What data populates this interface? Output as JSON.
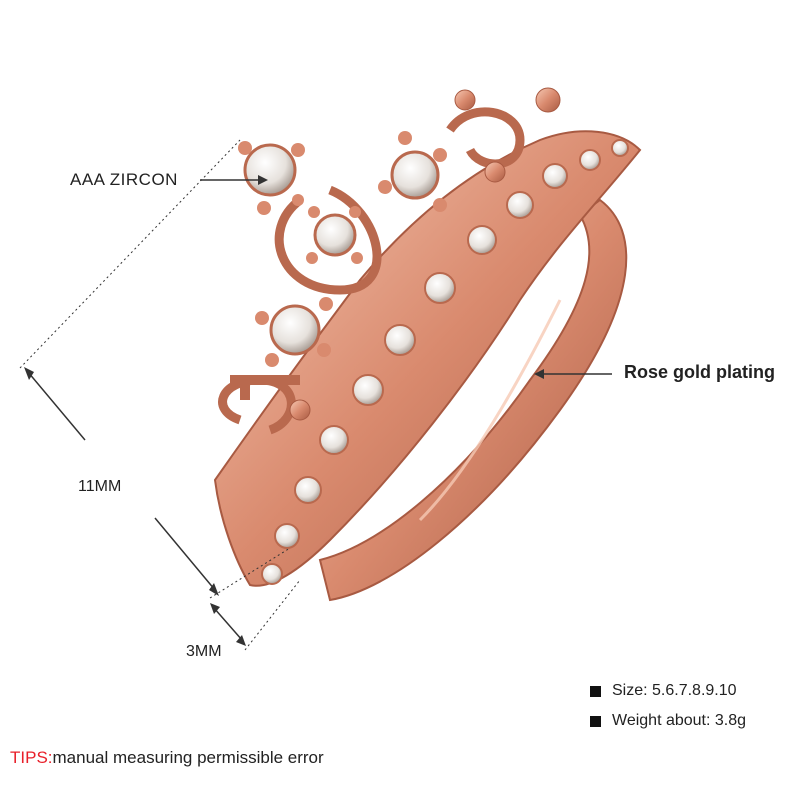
{
  "labels": {
    "zircon": "AAA ZIRCON",
    "rose_gold": "Rose gold plating",
    "height": "11MM",
    "band_width": "3MM"
  },
  "specs": [
    {
      "text": "Size: 5.6.7.8.9.10"
    },
    {
      "text": "Weight about: 3.8g"
    }
  ],
  "tips": {
    "key": "TIPS:",
    "text": "manual measuring permissible error"
  },
  "colors": {
    "rose_gold": "#d98a6e",
    "rose_gold_dark": "#a85a42",
    "rose_gold_light": "#f6c9b4",
    "tips_accent": "#e8202a"
  }
}
